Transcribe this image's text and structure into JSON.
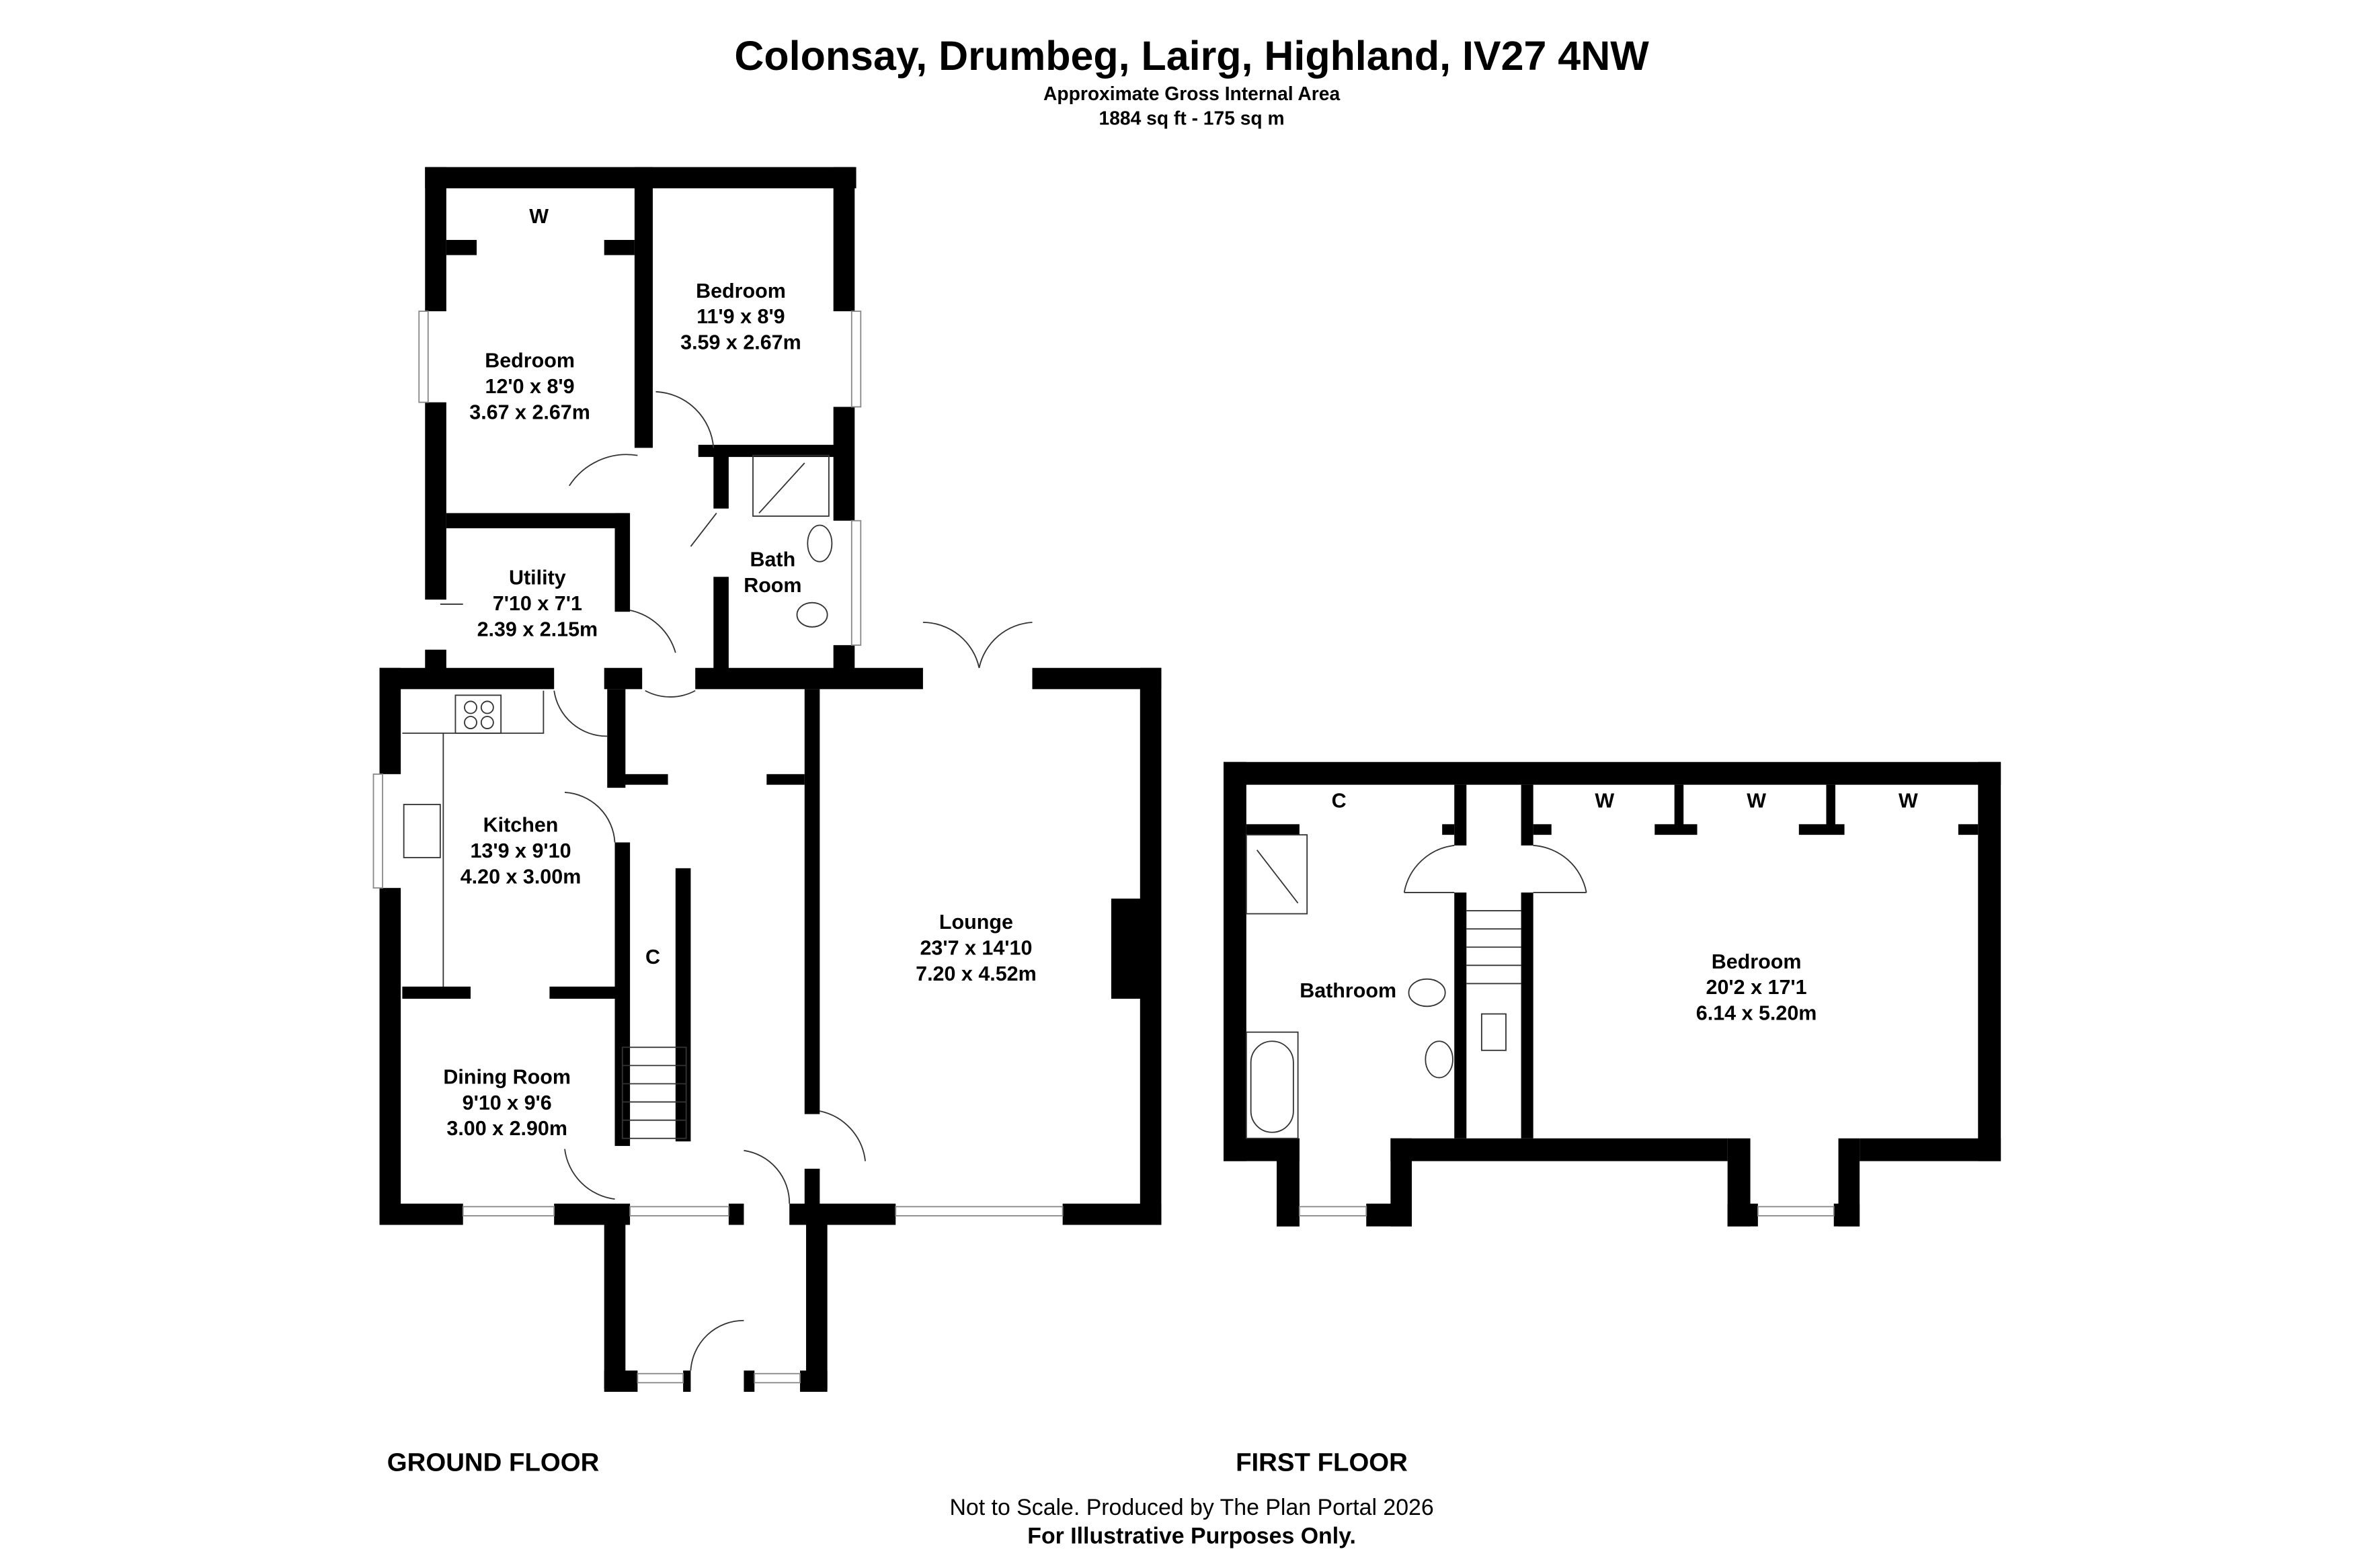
{
  "header": {
    "title": "Colonsay, Drumbeg, Lairg, Highland, IV27 4NW",
    "subtitle": "Approximate Gross Internal Area",
    "area": "1884 sq ft - 175 sq m"
  },
  "ground_floor": {
    "label": "GROUND FLOOR",
    "rooms": [
      {
        "name": "Bedroom",
        "imperial": "12'0 x 8'9",
        "metric": "3.67 x 2.67m"
      },
      {
        "name": "Bedroom",
        "imperial": "11'9 x 8'9",
        "metric": "3.59 x 2.67m"
      },
      {
        "name": "Utility",
        "imperial": "7'10 x 7'1",
        "metric": "2.39 x 2.15m"
      },
      {
        "name": "Kitchen",
        "imperial": "13'9 x 9'10",
        "metric": "4.20 x 3.00m"
      },
      {
        "name": "Dining Room",
        "imperial": "9'10 x 9'6",
        "metric": "3.00 x 2.90m"
      },
      {
        "name": "Lounge",
        "imperial": "23'7 x 14'10",
        "metric": "7.20 x 4.52m"
      }
    ],
    "bath_room": [
      "Bath",
      "Room"
    ],
    "wardrobe": "W",
    "cupboard": "C"
  },
  "first_floor": {
    "label": "FIRST FLOOR",
    "bathroom": "Bathroom",
    "bedroom": {
      "name": "Bedroom",
      "imperial": "20'2 x 17'1",
      "metric": "6.14 x 5.20m"
    },
    "cupboard": "C",
    "wardrobes": [
      "W",
      "W",
      "W"
    ]
  },
  "footer": {
    "line1": "Not to Scale. Produced by The Plan Portal 2026",
    "line2": "For Illustrative Purposes Only."
  }
}
